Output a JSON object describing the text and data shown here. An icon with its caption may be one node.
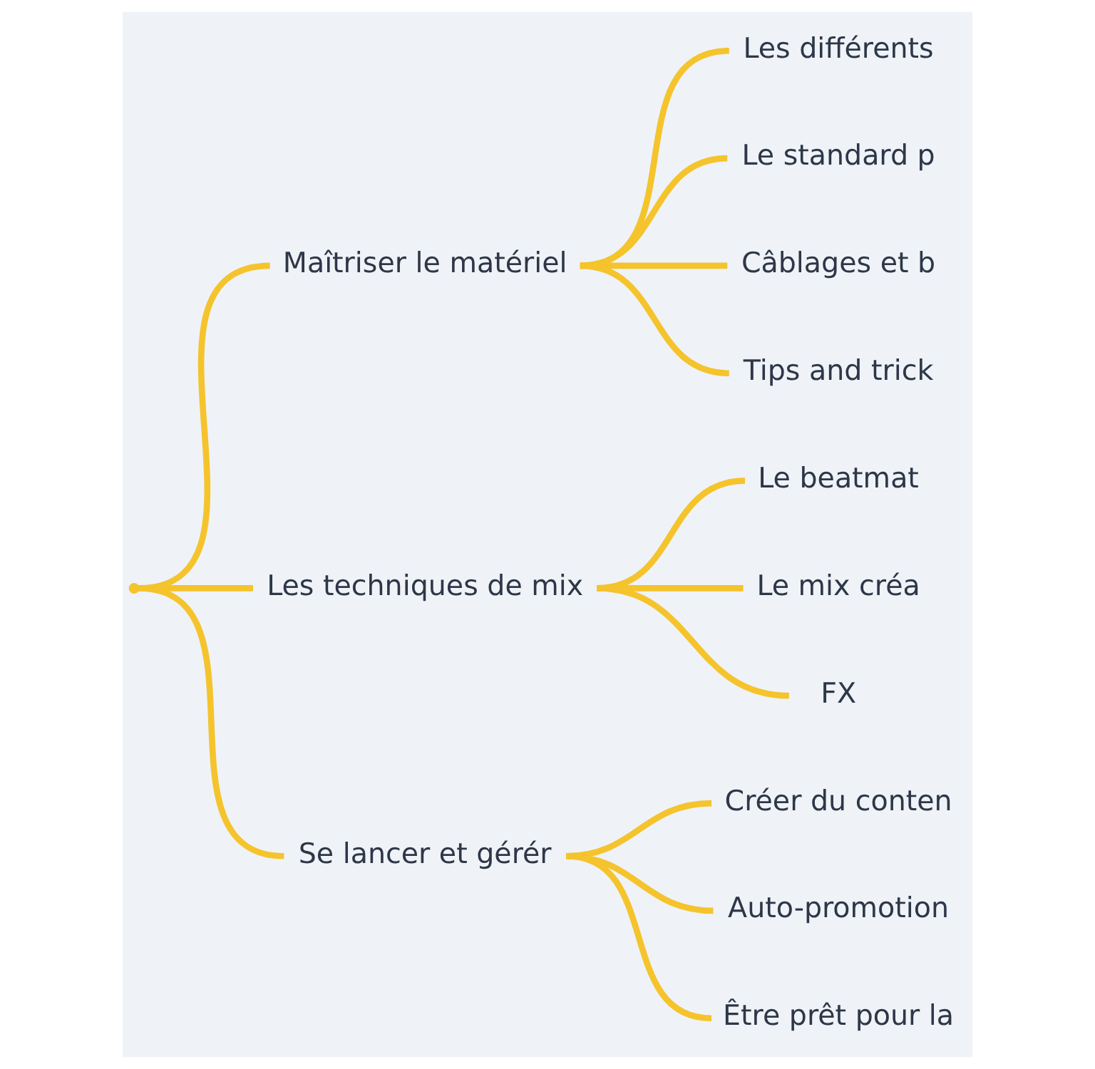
{
  "diagram": {
    "nodes": [
      {
        "text": [],
        "shape": "point"
      },
      {
        "text": [
          "Maîtriser le matériel"
        ]
      },
      {
        "text": [
          "Les différents"
        ]
      },
      {
        "text": [
          "Le standard p"
        ]
      },
      {
        "text": [
          "Câblages et b"
        ]
      },
      {
        "text": [
          "Tips and trick"
        ]
      },
      {
        "text": [
          "Les techniques de mix"
        ]
      },
      {
        "text": [
          "Le beatmat"
        ]
      },
      {
        "text": [
          "Le mix créa"
        ]
      },
      {
        "text": [
          "FX"
        ]
      },
      {
        "text": [
          "Se lancer et gérér"
        ]
      },
      {
        "text": [
          "Créer du conten"
        ]
      },
      {
        "text": [
          "Auto-promotion"
        ]
      },
      {
        "text": [
          "Être prêt pour la"
        ]
      }
    ],
    "edges": [
      {
        "from": 0,
        "to": 1,
        "arrow": "none"
      },
      {
        "from": 0,
        "to": 6,
        "arrow": "none"
      },
      {
        "from": 0,
        "to": 10,
        "arrow": "none"
      },
      {
        "from": 1,
        "to": 2,
        "arrow": "none"
      },
      {
        "from": 1,
        "to": 3,
        "arrow": "none"
      },
      {
        "from": 1,
        "to": 4,
        "arrow": "none"
      },
      {
        "from": 1,
        "to": 5,
        "arrow": "none"
      },
      {
        "from": 6,
        "to": 7,
        "arrow": "none"
      },
      {
        "from": 6,
        "to": 8,
        "arrow": "none"
      },
      {
        "from": 6,
        "to": 9,
        "arrow": "none"
      },
      {
        "from": 10,
        "to": 11,
        "arrow": "none"
      },
      {
        "from": 10,
        "to": 12,
        "arrow": "none"
      },
      {
        "from": 10,
        "to": 13,
        "arrow": "none"
      }
    ]
  }
}
